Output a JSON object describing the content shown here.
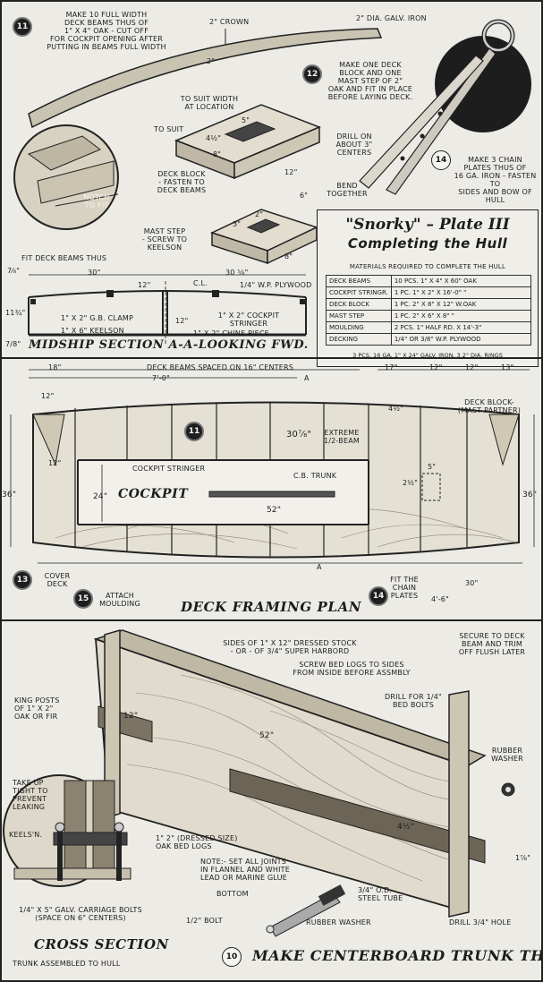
{
  "panel1": {
    "step11": "11",
    "note11": "Make 10 full width\ndeck beams thus of\n1\" x 4\" oak - cut off\nfor cockpit opening after\nputting in beams full width",
    "crown": "2\" crown",
    "dim_2": "2\"",
    "to_suit_width": "To suit width\nat location",
    "to_suit": "To suit",
    "notch": "Notch\nto fit",
    "step12": "12",
    "note12": "Make one deck\nblock and one\nmast step of 2\"\noak and fit in place\nbefore laying deck.",
    "galv_iron": "2\" dia. galv. iron",
    "drill_on": "Drill on\nabout 3\"\ncenters",
    "bend_together": "Bend\ntogether",
    "step14": "14",
    "note14": "Make 3 chain\nplates thus of\n16 ga. iron - fasten to\nsides and bow of hull",
    "deck_block_dim_5": "5\"",
    "deck_block_dim_4": "4½\"",
    "deck_block_dim_8": "8\"",
    "deck_block_dim_12": "12\"",
    "deck_block_label": "Deck block\n- fasten to\ndeck beams",
    "dim_6": "6\"",
    "mast_step_label": "Mast step\n- screw to\nkeelson",
    "mast_step_dim_3": "3\"",
    "mast_step_dim_2": "2\"",
    "mast_step_dim_8": "8\"",
    "fit_deck_beams": "Fit deck beams thus",
    "dim_7_8": "7⁄₈\"",
    "dim_30": "30\"",
    "dim_30_5_8": "30 ⁵⁄₈\"",
    "dim_12": "12\"",
    "cl": "C.L.",
    "plywood": "1/4\" W.P. Plywood",
    "dim_11_3_4": "11¾\"",
    "gb_clamp": "1\" x 2\" G.B. clamp",
    "keelson": "1\" x 6\" keelson",
    "cockpit_stringer": "1\" x 2\" cockpit\nstringer",
    "chine_piece": "1\" x 2\" chine piece",
    "dim_12_b": "12\"",
    "dim_7_16": "7/8\"",
    "midship_caption": "Midship Section A-A-Looking Fwd."
  },
  "materials": {
    "title": "\"Snorky\" – Plate III",
    "subtitle": "Completing the Hull",
    "header": "Materials Required To Complete The Hull",
    "rows": [
      {
        "item": "Deck Beams",
        "spec": "10 Pcs. 1\" x 4\" x 60\" Oak"
      },
      {
        "item": "Cockpit Stringr.",
        "spec": "1 Pc. 1\" x 2\" x 16'-0\" \""
      },
      {
        "item": "Deck Block",
        "spec": "1 Pc. 2\" x 8\" x 12\" W.Oak"
      },
      {
        "item": "Mast Step",
        "spec": "1 Pc. 2\" x 6\" x 8\" \""
      },
      {
        "item": "Moulding",
        "spec": "2 Pcs. 1\" Half Rd. x 14'-3\""
      },
      {
        "item": "Decking",
        "spec": "1/4\" or 3/8\" W.P. Plywood"
      }
    ],
    "footer": "3 Pcs. 16 Ga. 1\" x 24\" Galv. Iron, 3 2\" Dia. Rings"
  },
  "panel2": {
    "dim_18": "18\"",
    "deck_beams_spaced": "Deck beams spaced on 16\" centers",
    "dim_7_0": "7'-0\"",
    "dim_17": "17\"",
    "dim_12a": "12\"",
    "dim_12b": "12\"",
    "dim_13": "13\"",
    "label_a": "A",
    "dim_12_left": "12\"",
    "dim_4_1_2": "4½\"",
    "deck_block": "Deck block-\n(mast partner)",
    "step11": "11",
    "dim_30_7_8": "30⁷⁄₈\"",
    "extreme": "Extreme\n1/2-beam",
    "dim_12_vert": "12\"",
    "cockpit_stringer": "Cockpit stringer",
    "cb_trunk": "C.B. Trunk",
    "dim_2_1_2": "2½\"",
    "dim_5": "5\"",
    "dim_36_left": "36\"",
    "dim_24": "24\"",
    "cockpit": "Cockpit",
    "dim_52": "52\"",
    "dim_36_right": "36\"",
    "step13": "13",
    "cover_deck": "Cover\ndeck",
    "step15": "15",
    "attach_moulding": "Attach\nmoulding",
    "step14": "14",
    "fit_chain": "Fit the\nchain\nplates",
    "dim_30": "30\"",
    "dim_4_6": "4'-6\"",
    "caption": "Deck Framing Plan"
  },
  "panel3": {
    "sides": "Sides of 1\" x 12\" dressed stock\n- or - of 3/4\" super harbord",
    "secure": "Secure to deck\nbeam and trim\noff flush later",
    "screw_bed_logs": "Screw bed logs to sides\nfrom inside before assmbly",
    "drill_quarter": "Drill for 1/4\"\nbed bolts",
    "king_posts": "King posts\nof 1\" x 2\"\noak or fir",
    "rubber_washer_top": "Rubber\nwasher",
    "dim_12": "12\"",
    "dim_52": "52\"",
    "take_up": "Take up\ntight to\nprevent\nleaking",
    "keelson": "Keels'n.",
    "bed_logs": "1\" 2\" (Dressed size)\noak bed logs",
    "dim_4_1_2": "4½\"",
    "dim_1_7_8": "1⅞\"",
    "note_joints": "Note:- Set all joints\nin flannel and white\nlead or marine glue",
    "bottom": "Bottom",
    "steel_tube": "3/4\" O.D.\nsteel tube",
    "carriage_bolts": "1/4\" x 5\" galv. carriage bolts\n(space on 6\" centers)",
    "half_bolt": "1/2\" bolt",
    "rubber_washer": "Rubber washer",
    "drill_3_4": "Drill 3/4\" hole",
    "cross_section": "Cross Section",
    "trunk_assembled": "Trunk assembled to hull",
    "step10": "10",
    "make_trunk": "Make Centerboard Trunk Thus"
  }
}
